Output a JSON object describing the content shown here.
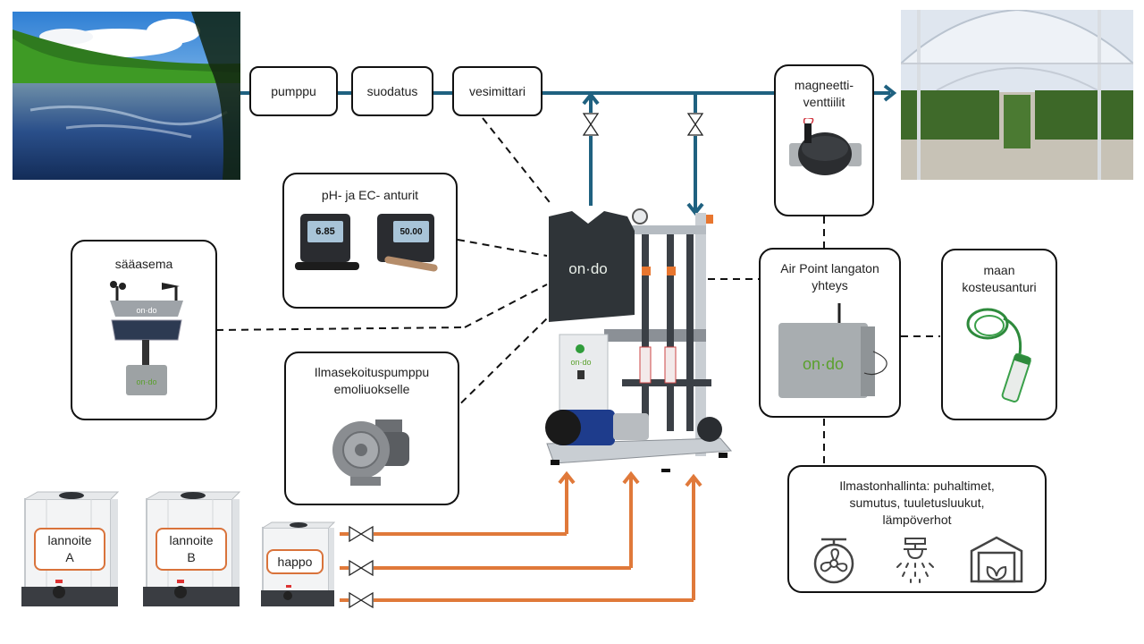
{
  "colors": {
    "water_line": "#1f6180",
    "chemical_line": "#e0793a",
    "box_border": "#111111",
    "tank_label_border": "#d9733b",
    "ondo_green": "#5aa02c"
  },
  "source": {
    "image": "lake-photo",
    "alt": "järvi"
  },
  "destination": {
    "image": "greenhouse-photo",
    "alt": "kasvihuone"
  },
  "flow": {
    "steps": [
      {
        "label": "pumppu"
      },
      {
        "label": "suodatus"
      },
      {
        "label": "vesimittari"
      }
    ],
    "valve_box": {
      "line1": "magneetti-",
      "line2": "venttiilit"
    }
  },
  "components": {
    "sensors": {
      "title": "pH- ja EC- anturit",
      "ph_reading": "6.85",
      "ec_reading": "50.00"
    },
    "weather_station": {
      "title": "sääasema",
      "brand": "on·do"
    },
    "air_pump": {
      "line1": "Ilmasekoituspumppu",
      "line2": "emoliuokselle"
    },
    "airpoint": {
      "line1": "Air Point langaton",
      "line2": "yhteys",
      "brand": "on·do"
    },
    "soil_sensor": {
      "line1": "maan",
      "line2": "kosteusanturi"
    },
    "climate": {
      "line1": "Ilmastonhallinta: puhaltimet,",
      "line2": "sumutus, tuuletusluukut,",
      "line3": "lämpöverhot",
      "icons": [
        "fan-icon",
        "mist-sprinkler-icon",
        "greenhouse-plant-icon"
      ]
    },
    "main_unit": {
      "brand": "on·do",
      "control_brand": "on·do"
    }
  },
  "tanks": [
    {
      "line1": "lannoite",
      "line2": "A"
    },
    {
      "line1": "lannoite",
      "line2": "B"
    },
    {
      "line1": "happo",
      "line2": ""
    }
  ]
}
